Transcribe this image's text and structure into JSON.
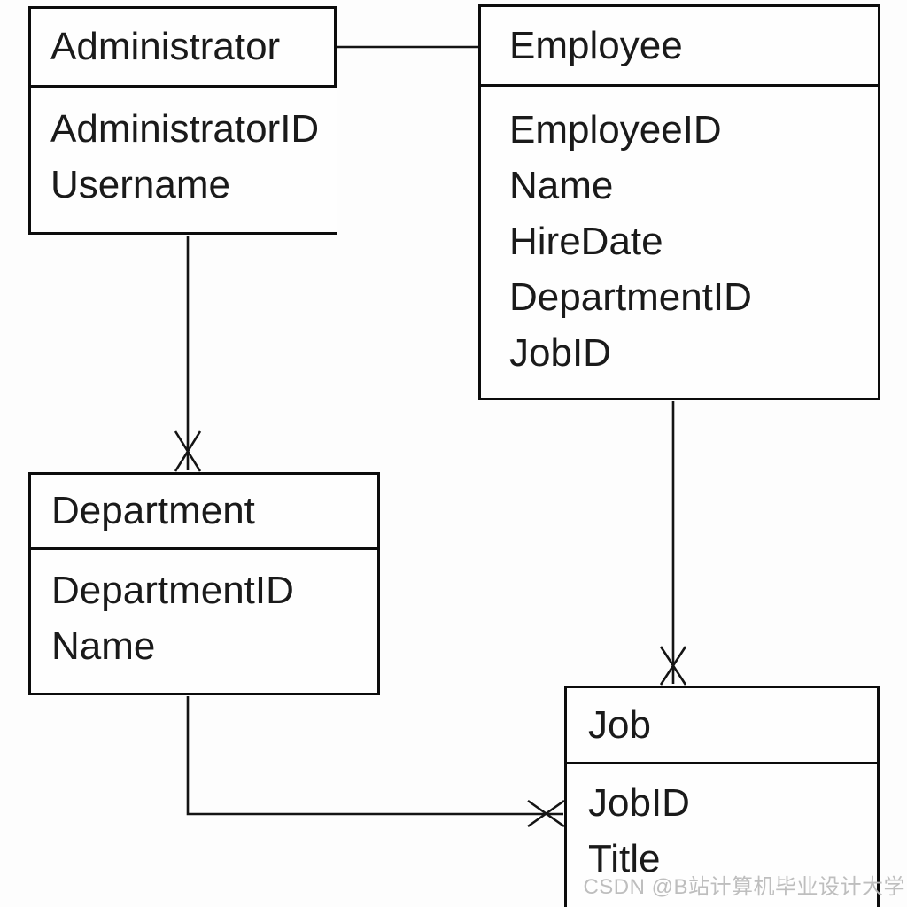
{
  "diagram": {
    "type": "er-diagram",
    "entities": [
      {
        "id": "administrator",
        "title": "Administrator",
        "fields": [
          "AdministratorID",
          "Username"
        ]
      },
      {
        "id": "employee",
        "title": "Employee",
        "fields": [
          "EmployeeID",
          "Name",
          "HireDate",
          "DepartmentID",
          "JobID"
        ]
      },
      {
        "id": "department",
        "title": "Department",
        "fields": [
          "DepartmentID",
          "Name"
        ]
      },
      {
        "id": "job",
        "title": "Job",
        "fields": [
          "JobID",
          "Title"
        ]
      }
    ],
    "relationships": [
      {
        "from": "Administrator",
        "to": "Employee",
        "marker": "none"
      },
      {
        "from": "Administrator",
        "to": "Department",
        "marker": "x-many at Department end"
      },
      {
        "from": "Employee",
        "to": "Job",
        "marker": "x-many at Job end"
      },
      {
        "from": "Department",
        "to": "Job",
        "marker": "x-many at Job end"
      }
    ],
    "colors": {
      "line": "#141414",
      "border": "#0c0c0c",
      "text": "#1a1a1a",
      "background": "#fdfdfd"
    }
  },
  "watermark": {
    "text": "CSDN @B站计算机毕业设计大学",
    "color": "#bababa"
  }
}
